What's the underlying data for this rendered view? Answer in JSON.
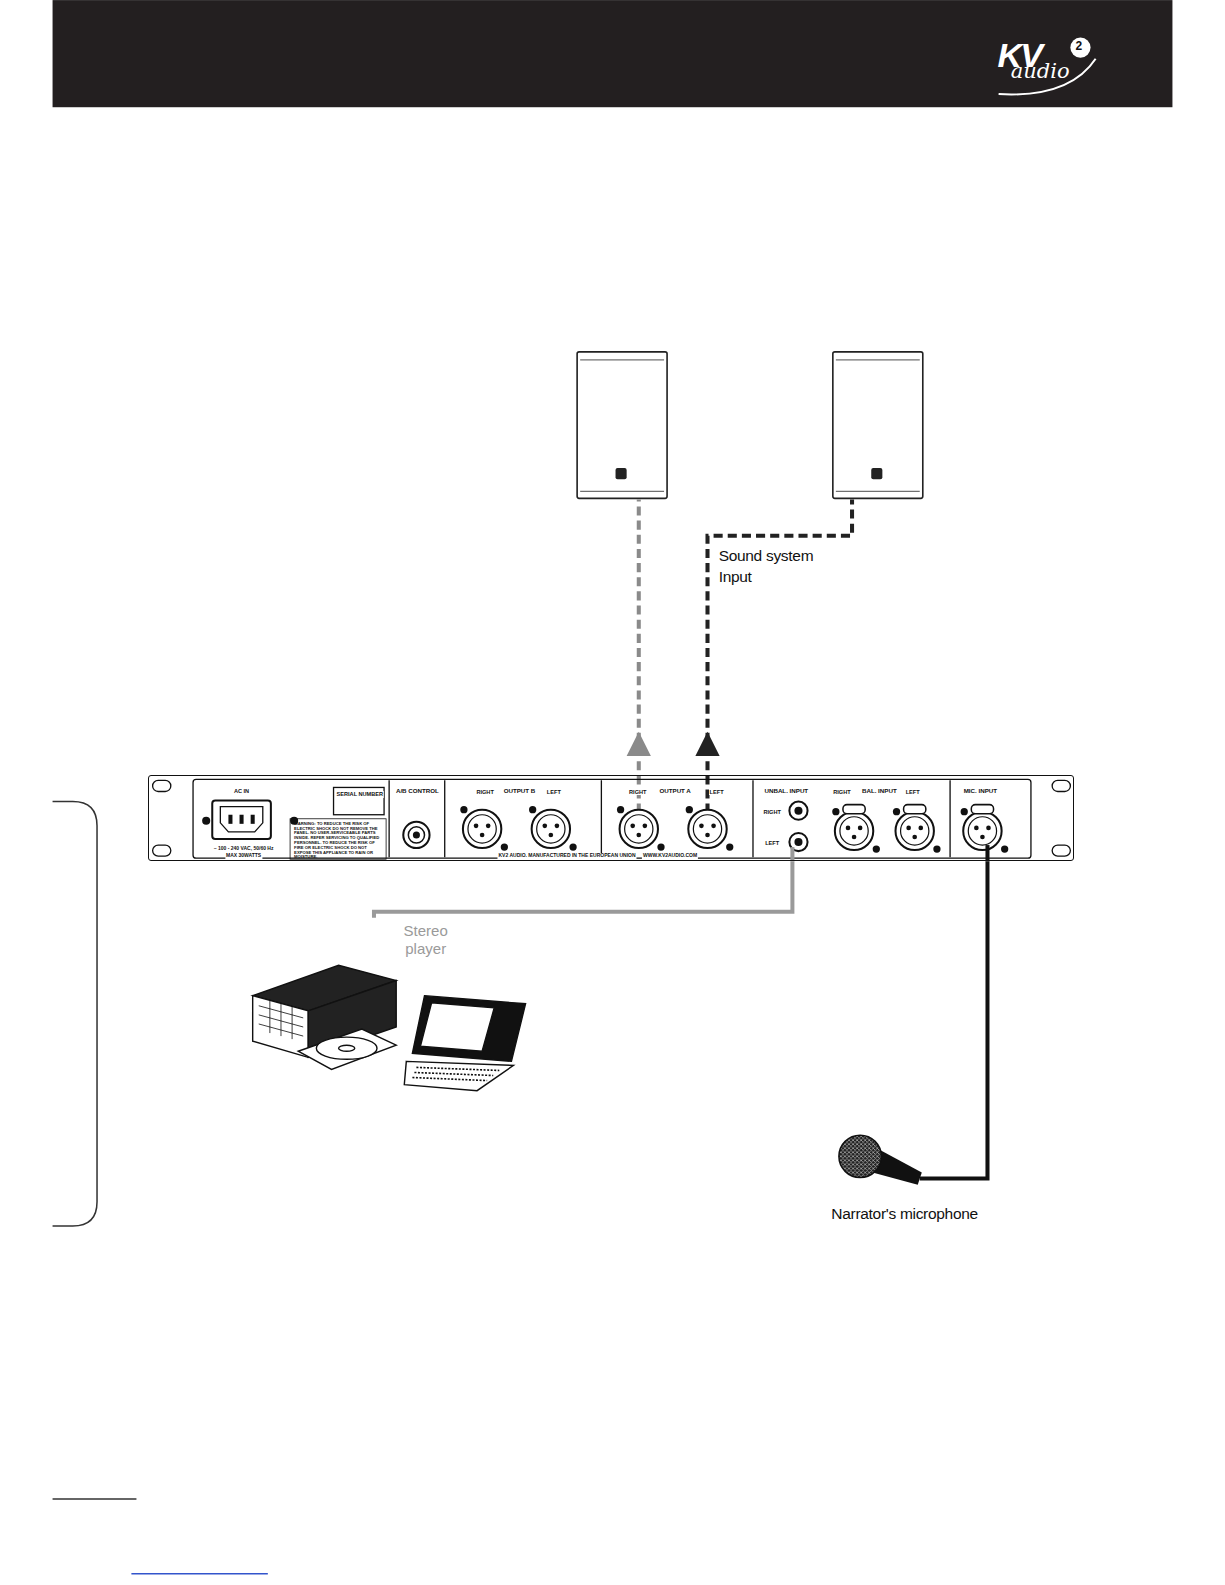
{
  "diagram": {
    "nodes": [
      {
        "text": [
          "AC IN",
          "SERIAL NUMBER",
          "~ 100 - 240 VAC, 50/60 Hz",
          "MAX 30WATTS",
          "WARNING: TO REDUCE THE RISK OF ELECTRIC SHOCK DO NOT REMOVE THE PANEL. NO USER-SERVICEABLE PARTS INSIDE. REFER SERVICING TO QUALIFIED PERSONNEL. TO REDUCE THE RISK OF FIRE OR ELECTRIC SHOCK DO NOT EXPOSE THIS APPLIANCE TO RAIN OR MOISTURE.",
          "A/B CONTROL",
          "RIGHT",
          "OUTPUT B",
          "LEFT",
          "RIGHT",
          "OUTPUT A",
          "LEFT",
          "UNBAL. INPUT",
          "RIGHT",
          "LEFT",
          "RIGHT",
          "BAL. INPUT",
          "LEFT",
          "MIC. INPUT",
          "KV2 AUDIO. MANUFACTURED IN THE EUROPEAN UNION",
          "WWW.KV2AUDIO.COM"
        ]
      },
      {
        "text": [
          "Stereo player"
        ]
      },
      {
        "text": [
          "Narrator's microphone"
        ]
      }
    ],
    "edges": [
      {
        "from": 1,
        "to": 0,
        "arrow": "none"
      },
      {
        "from": 2,
        "to": 0,
        "arrow": "none"
      }
    ],
    "labels": [
      "KV",
      "2",
      "audio",
      "Sound system Input"
    ]
  }
}
